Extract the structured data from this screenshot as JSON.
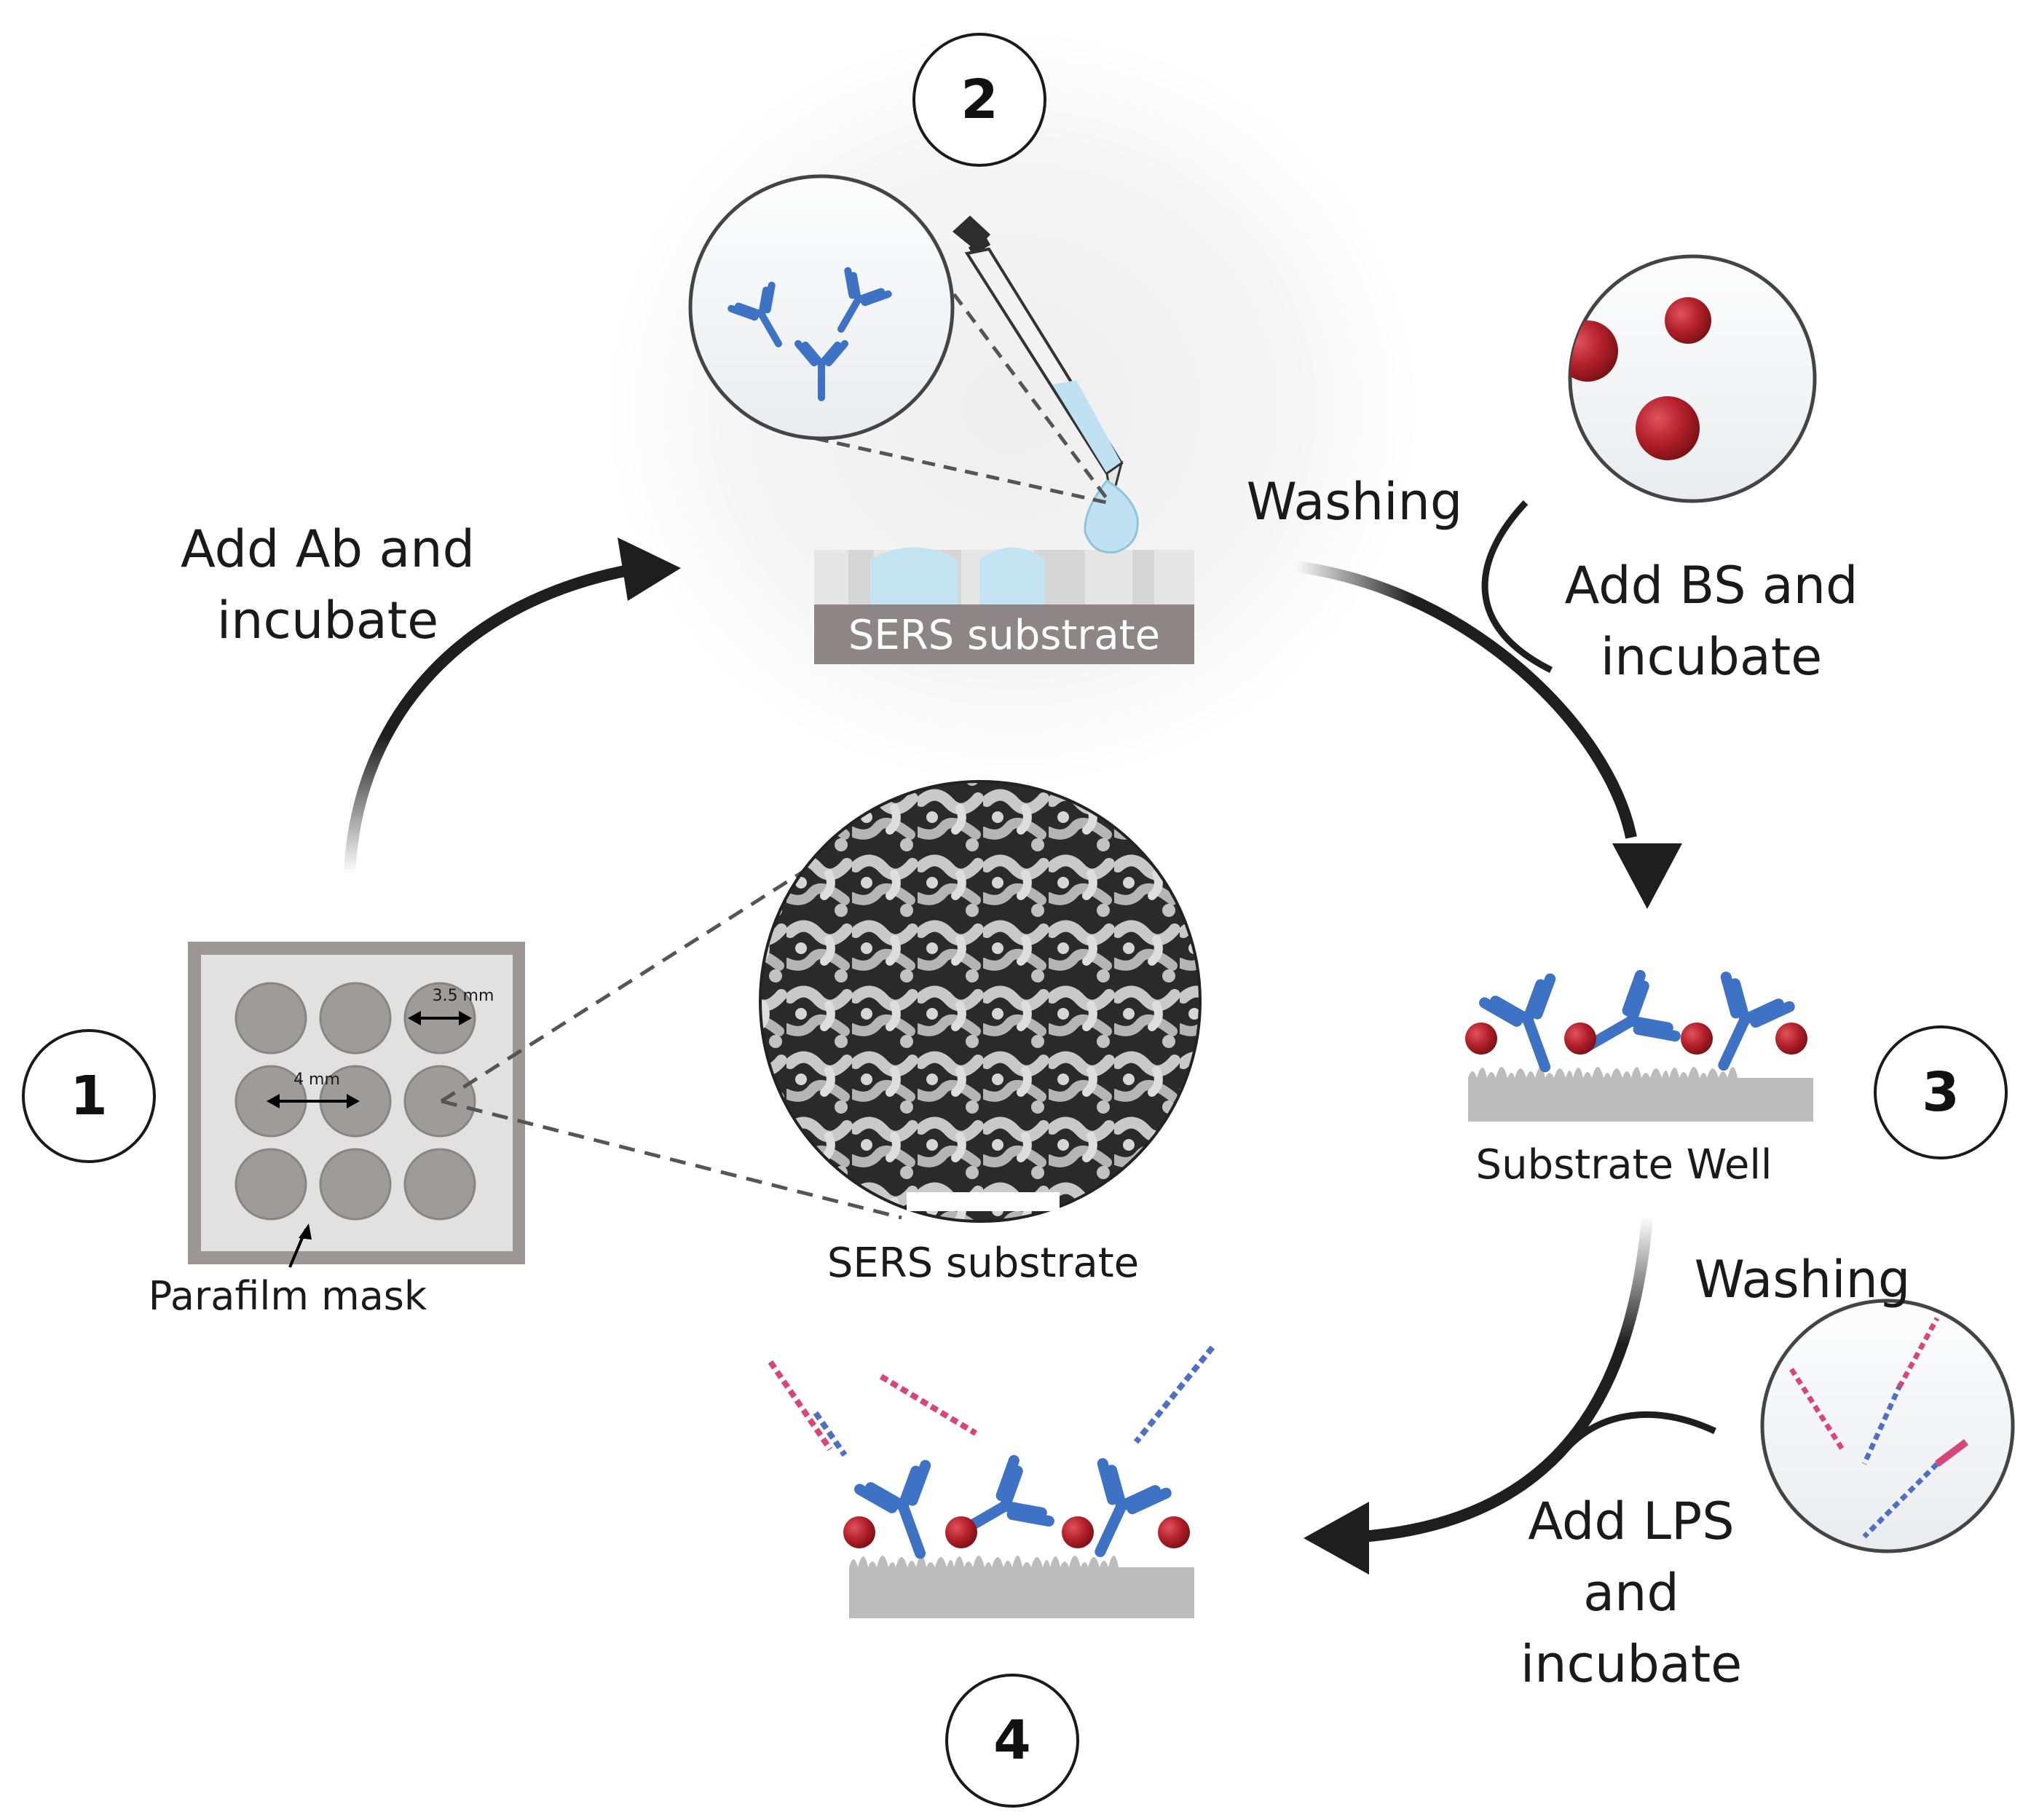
{
  "steps": {
    "s1": "1",
    "s2": "2",
    "s3": "3",
    "s4": "4"
  },
  "labels": {
    "add_ab": "Add Ab and\nincubate",
    "washing_1": "Washing",
    "add_bs": "Add BS and\nincubate",
    "washing_2": "Washing",
    "add_lps": "Add LPS\nand\nincubate",
    "sers_bar": "SERS substrate",
    "sers_sem": "SERS substrate",
    "substrate_well": "Substrate Well",
    "parafilm": "Parafilm mask",
    "dim_35": "3.5 mm",
    "dim_4": "4 mm"
  },
  "colors": {
    "antibody": "#3d72c4",
    "bead": "#b3202a",
    "substrate": "#bcbcbc",
    "arrow": "#1e1e1e",
    "lps_red": "#d8457a",
    "lps_blue": "#4f6fc0"
  }
}
